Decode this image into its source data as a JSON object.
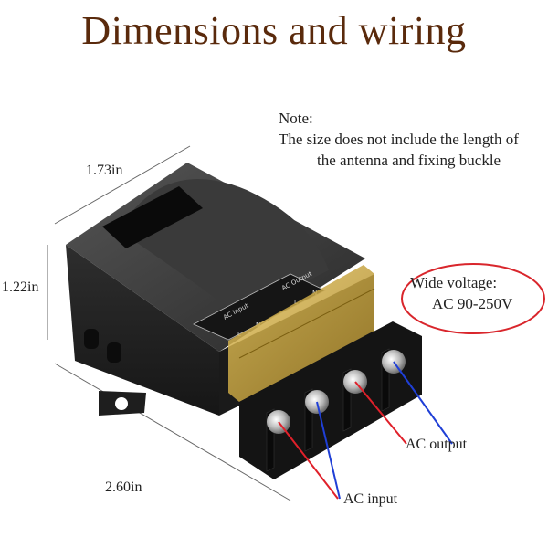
{
  "title": "Dimensions and wiring",
  "note": {
    "heading": "Note:",
    "line1": "The size does not include the length of",
    "line2": "the antenna and fixing buckle"
  },
  "dimensions": {
    "width": "1.73in",
    "height": "1.22in",
    "length": "2.60in"
  },
  "voltage": {
    "line1": "Wide voltage:",
    "line2": "AC 90-250V"
  },
  "device_labels": {
    "input_group": "AC Input",
    "output_group": "AC Output",
    "live": "L",
    "neutral": "N"
  },
  "wiring": {
    "output_label": "AC output",
    "input_label": "AC input"
  },
  "colors": {
    "title": "#5a2a0c",
    "wire_red": "#e0202a",
    "wire_blue": "#1f3fd6",
    "oval": "#d9262c",
    "housing": "#2b2b2b",
    "cover": "#c9a63a"
  }
}
